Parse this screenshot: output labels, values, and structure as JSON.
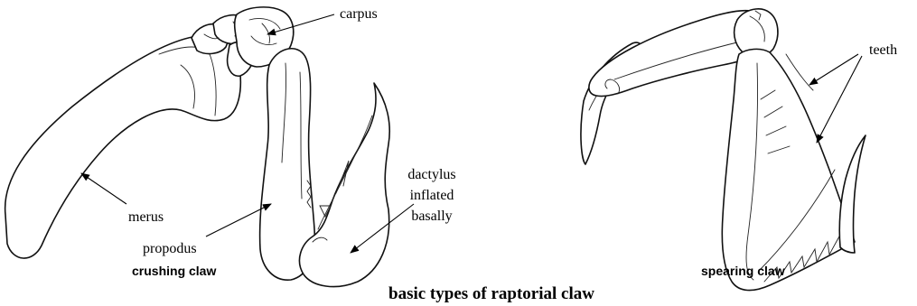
{
  "labels": {
    "carpus": "carpus",
    "merus": "merus",
    "propodus": "propodus",
    "dactylus": [
      "dactylus",
      "inflated",
      "basally"
    ],
    "teeth": "teeth"
  },
  "subcaptions": {
    "crushing": "crushing claw",
    "spearing": "spearing claw"
  },
  "caption": "basic types of raptorial claw"
}
